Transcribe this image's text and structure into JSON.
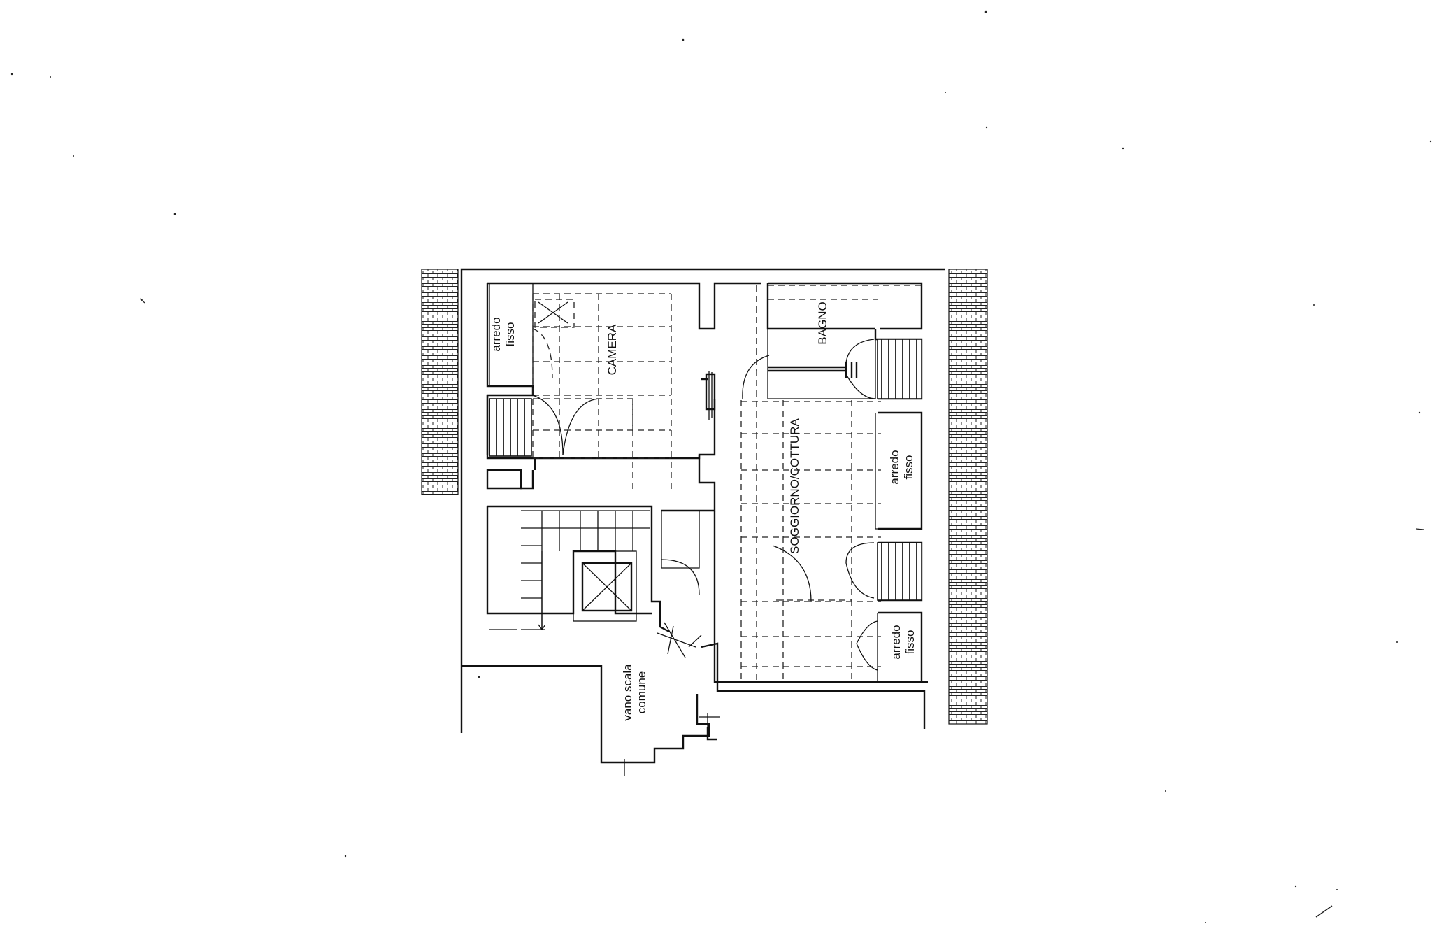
{
  "rooms": {
    "camera": "CAMERA",
    "bagno": "BAGNO",
    "soggiorno": "SOGGIORNO/COTTURA",
    "arredo_left": {
      "line1": "arredo",
      "line2": "fisso"
    },
    "arredo_right_mid": {
      "line1": "arredo",
      "line2": "fisso"
    },
    "arredo_right_low": {
      "line1": "arredo",
      "line2": "fisso"
    },
    "vano_scala": {
      "line1": "vano scala",
      "line2": "comune"
    }
  }
}
